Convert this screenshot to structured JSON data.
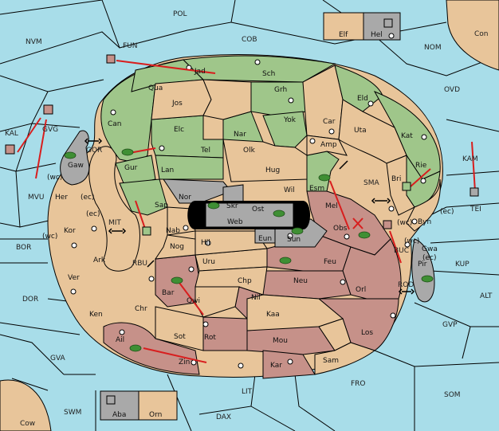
{
  "colors": {
    "sea": "#a8dde9",
    "land_tan": "#e8c59a",
    "land_green": "#9fc68a",
    "land_red": "#c69189",
    "land_gray": "#a9a9a9",
    "orders": "#d81e1e"
  },
  "seas": {
    "POL": "POL",
    "COB": "COB",
    "NVM": "NVM",
    "FUN": "FUN",
    "NOM": "NOM",
    "Con": "Con",
    "OVD": "OVD",
    "KAL": "KAL",
    "GVG": "GVG",
    "GOR": "GOR",
    "MVU": "MVU",
    "KAM": "KAM",
    "TEI": "TEI",
    "SMA": "SMA",
    "MIT": "MIT",
    "BOR": "BOR",
    "RBU": "RBU",
    "BUC": "BUC",
    "KUP": "KUP",
    "ROD": "ROD",
    "DOR": "DOR",
    "ALT": "ALT",
    "GVP": "GVP",
    "GVA": "GVA",
    "FRO": "FRO",
    "SOM": "SOM",
    "LIT": "LIT",
    "SWM": "SWM",
    "DAX": "DAX",
    "Cow": "Cow"
  },
  "provinces": {
    "Elf": "Elf",
    "Hel": "Hel",
    "Jad": "Jad",
    "Sch": "Sch",
    "Qua": "Qua",
    "Jos": "Jos",
    "Grh": "Grh",
    "Eld": "Eld",
    "Can": "Can",
    "Yok": "Yok",
    "Car": "Car",
    "Elc": "Elc",
    "Nar": "Nar",
    "Uta": "Uta",
    "Kat": "Kat",
    "Tel": "Tel",
    "Olk": "Olk",
    "Amp": "Amp",
    "Gaw": "Gaw",
    "Gur": "Gur",
    "Lan": "Lan",
    "Hug": "Hug",
    "Bri": "Bri",
    "Rie": "Rie",
    "Wc": "(wc)",
    "Her": "Her",
    "Ec": "(ec)",
    "Nor": "Nor",
    "Wil": "Wil",
    "Esm": "Esm",
    "Skr": "Skr",
    "Ost": "Ost",
    "Mel": "Mel",
    "Sap": "Sap",
    "Web": "Web",
    "Obs": "Obs",
    "Byn": "Byn",
    "Kor": "Kor",
    "Nab": "Nab",
    "Eun": "Eun",
    "Sun": "Sun",
    "Gwa": "Gwa",
    "Hil": "Hil",
    "Nog": "Nog",
    "Ark": "Ark",
    "Uru": "Uru",
    "Feu": "Feu",
    "Pir": "Pir",
    "Ver": "Ver",
    "Chp": "Chp",
    "Neu": "Neu",
    "Orl": "Orl",
    "Bar": "Bar",
    "Qwi": "Qwi",
    "Ken": "Ken",
    "Nil": "Nil",
    "Chr": "Chr",
    "Kaa": "Kaa",
    "Sot": "Sot",
    "Rot": "Rot",
    "Mou": "Mou",
    "Los": "Los",
    "Ail": "Ail",
    "Zin": "Zin",
    "Kar": "Kar",
    "Sam": "Sam",
    "Aba": "Aba",
    "Orn": "Orn"
  }
}
